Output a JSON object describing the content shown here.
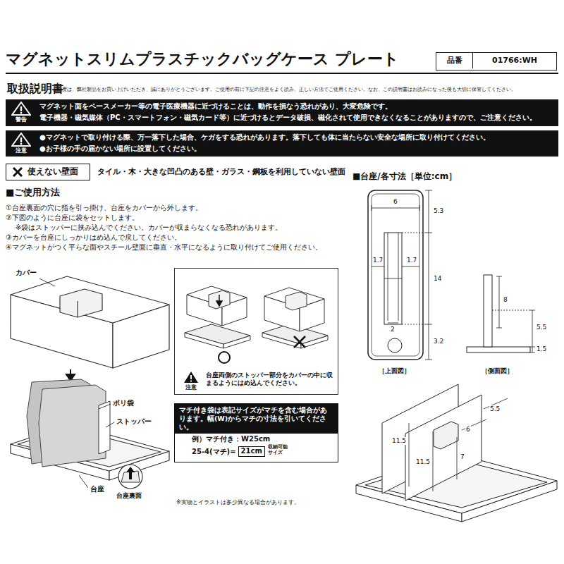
{
  "diagram": {
    "title": "マグネットスリムプラスチックバッグケース プレート",
    "nodes": [
      {
        "text": [
          "品番",
          "01766:WH"
        ]
      },
      {
        "text": [
          "警告",
          "マグネット面をペースメーカー等の電子医療機器に近づけることは、動作を損なう恐れがあり、大変危険です。",
          "電子機器・磁気媒体（PC・スマートフォン・磁気カード等）に近づけるとデータ破損、磁化されて使用できなくなることがありますので、ご注意ください。"
        ]
      },
      {
        "text": [
          "注意",
          "●マグネットで取り付ける際、万一落下した場合、ケガをする恐れがあります。落下しても体に当たらない安全な場所に取り付けてください。",
          "●お子様の手の届かない場所に設置してください。"
        ]
      },
      {
        "text": [
          "使えない壁面"
        ]
      },
      {
        "text": [
          "注意",
          "台座両側のストッパー部分をカバーの中に収まるようにはめ込んでください。"
        ]
      },
      {
        "text": [
          "マチ付き袋は表記サイズがマチを含む場合があります。幅(W)からマチの寸法を引いてください。",
          "例）マチ付き：W25cm",
          "25-4(マチ)=",
          "21cm",
          "収納可能サイズ"
        ]
      }
    ],
    "labels": [
      "取扱説明書",
      "この度は、弊社製品をお買い上げいただき、誠にありがとうございます。ご使用の前に下記の注意をよく読み、正しい方法でご使用ください。なお、この説明書はお読みになった後も大切に保管してください。",
      "タイル・木・大きな凹凸のある壁・ガラス・鋼板を利用していない壁面",
      "■ご使用方法",
      "①台座裏面の穴に指を引っ掛け、台座をカバーから外します。",
      "②下図のように台座に袋をセットします。",
      "※袋はストッパーに挟み込んでください。カバーが収まらなくなる恐れがあります。",
      "③カバーを台座にしっかりはめ込んで戻してください。",
      "④マグネットがつく平らな面やスチール壁面に垂直・水平になるように取り付けてご使用ください。",
      "カバー",
      "ポリ袋",
      "ストッパー",
      "台座",
      "台座裏面",
      "※実物とイラストは多少異なる場合があります。",
      "■台座/各寸法［単位:cm］",
      "6",
      "5.3",
      "1.7",
      "1.7",
      "14",
      "2",
      "3.2",
      "［上面図］",
      "8",
      "5.5",
      "1.5",
      "［側面図］",
      "11.5",
      "11.5",
      "6",
      "5.5",
      "7"
    ]
  }
}
